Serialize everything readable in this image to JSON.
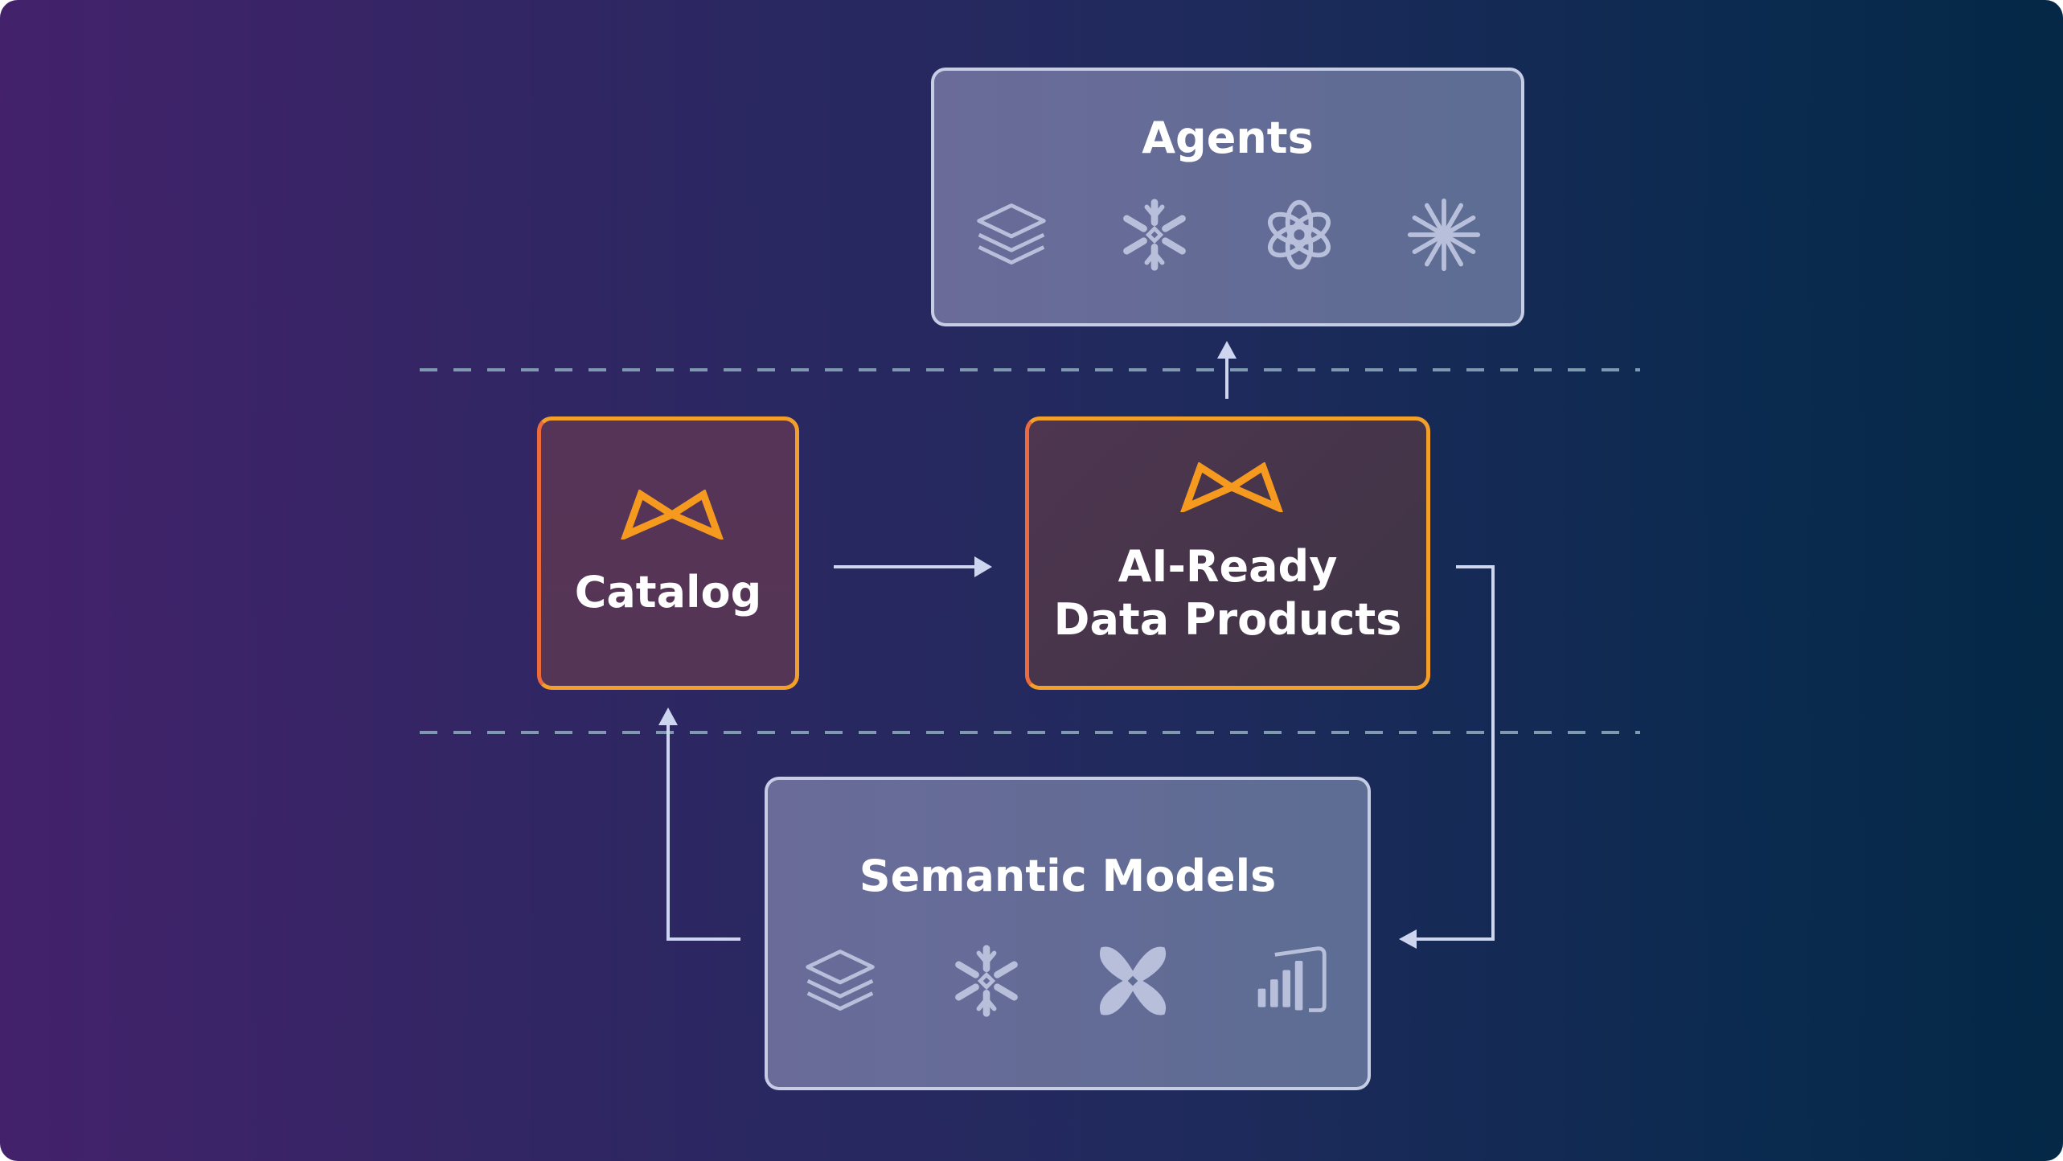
{
  "diagram": {
    "nodes": {
      "agents": {
        "title": "Agents",
        "icons": [
          "layers-stack-icon",
          "snowflake-icon",
          "openai-knot-icon",
          "sparkle-burst-icon"
        ]
      },
      "catalog": {
        "title": "Catalog",
        "icon": "bowtie-logo-icon"
      },
      "products": {
        "title_line1": "AI-Ready",
        "title_line2": "Data Products",
        "icon": "bowtie-logo-icon"
      },
      "semantic": {
        "title": "Semantic Models",
        "icons": [
          "layers-stack-icon",
          "snowflake-icon",
          "dbt-x-icon",
          "bar-chart-panel-icon"
        ]
      }
    },
    "edges": [
      {
        "from": "catalog",
        "to": "products"
      },
      {
        "from": "products",
        "to": "agents"
      },
      {
        "from": "products",
        "to": "semantic"
      },
      {
        "from": "semantic",
        "to": "catalog"
      }
    ],
    "colors": {
      "background_start": "#43226b",
      "background_end": "#042846",
      "accent_orange": "#f3a02a",
      "accent_red_orange": "#ef6a3a",
      "connector": "#cdd6ee",
      "divider": "#7f9ab0"
    }
  }
}
